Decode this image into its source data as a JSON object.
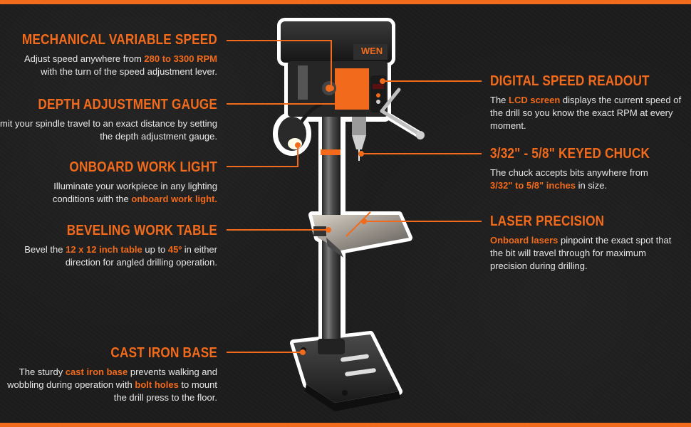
{
  "brand": {
    "logo_text": "WEN"
  },
  "colors": {
    "accent": "#f26a1b",
    "background": "#1c1c1c",
    "body_text": "#e8e8e8"
  },
  "features": {
    "mechanical_speed": {
      "title": "MECHANICAL VARIABLE SPEED",
      "text_1": "Adjust speed anywhere from ",
      "highlight_1": "280 to 3300 RPM",
      "text_2": " with the turn of the speed adjustment lever."
    },
    "depth_gauge": {
      "title": "DEPTH ADJUSTMENT GAUGE",
      "text_1": "Limit your spindle travel to an exact distance by setting the depth adjustment gauge."
    },
    "work_light": {
      "title": "ONBOARD WORK LIGHT",
      "text_1": "Illuminate your workpiece in any lighting conditions with the ",
      "highlight_1": "onboard work light."
    },
    "work_table": {
      "title": "BEVELING WORK TABLE",
      "text_1": "Bevel the ",
      "highlight_1": "12 x 12 inch table",
      "text_2": " up to ",
      "highlight_2": "45º",
      "text_3": " in either direction for angled drilling operation."
    },
    "base": {
      "title": "CAST IRON BASE",
      "text_1": "The sturdy ",
      "highlight_1": "cast iron base",
      "text_2": " prevents walking and wobbling during operation with ",
      "highlight_2": "bolt holes",
      "text_3": " to mount the drill press to the floor."
    },
    "speed_readout": {
      "title": "DIGITAL SPEED READOUT",
      "text_1": "The ",
      "highlight_1": "LCD screen",
      "text_2": " displays the current speed of the drill so you know the exact RPM at every moment."
    },
    "chuck": {
      "title": "3/32\" - 5/8\" KEYED CHUCK",
      "text_1": "The chuck accepts bits anywhere from ",
      "highlight_1": "3/32\" to 5/8\" inches",
      "text_2": " in size."
    },
    "laser": {
      "title": "LASER PRECISION",
      "highlight_1": "Onboard lasers",
      "text_1": " pinpoint the exact spot that the bit will travel through for maximum precision during drilling."
    }
  }
}
